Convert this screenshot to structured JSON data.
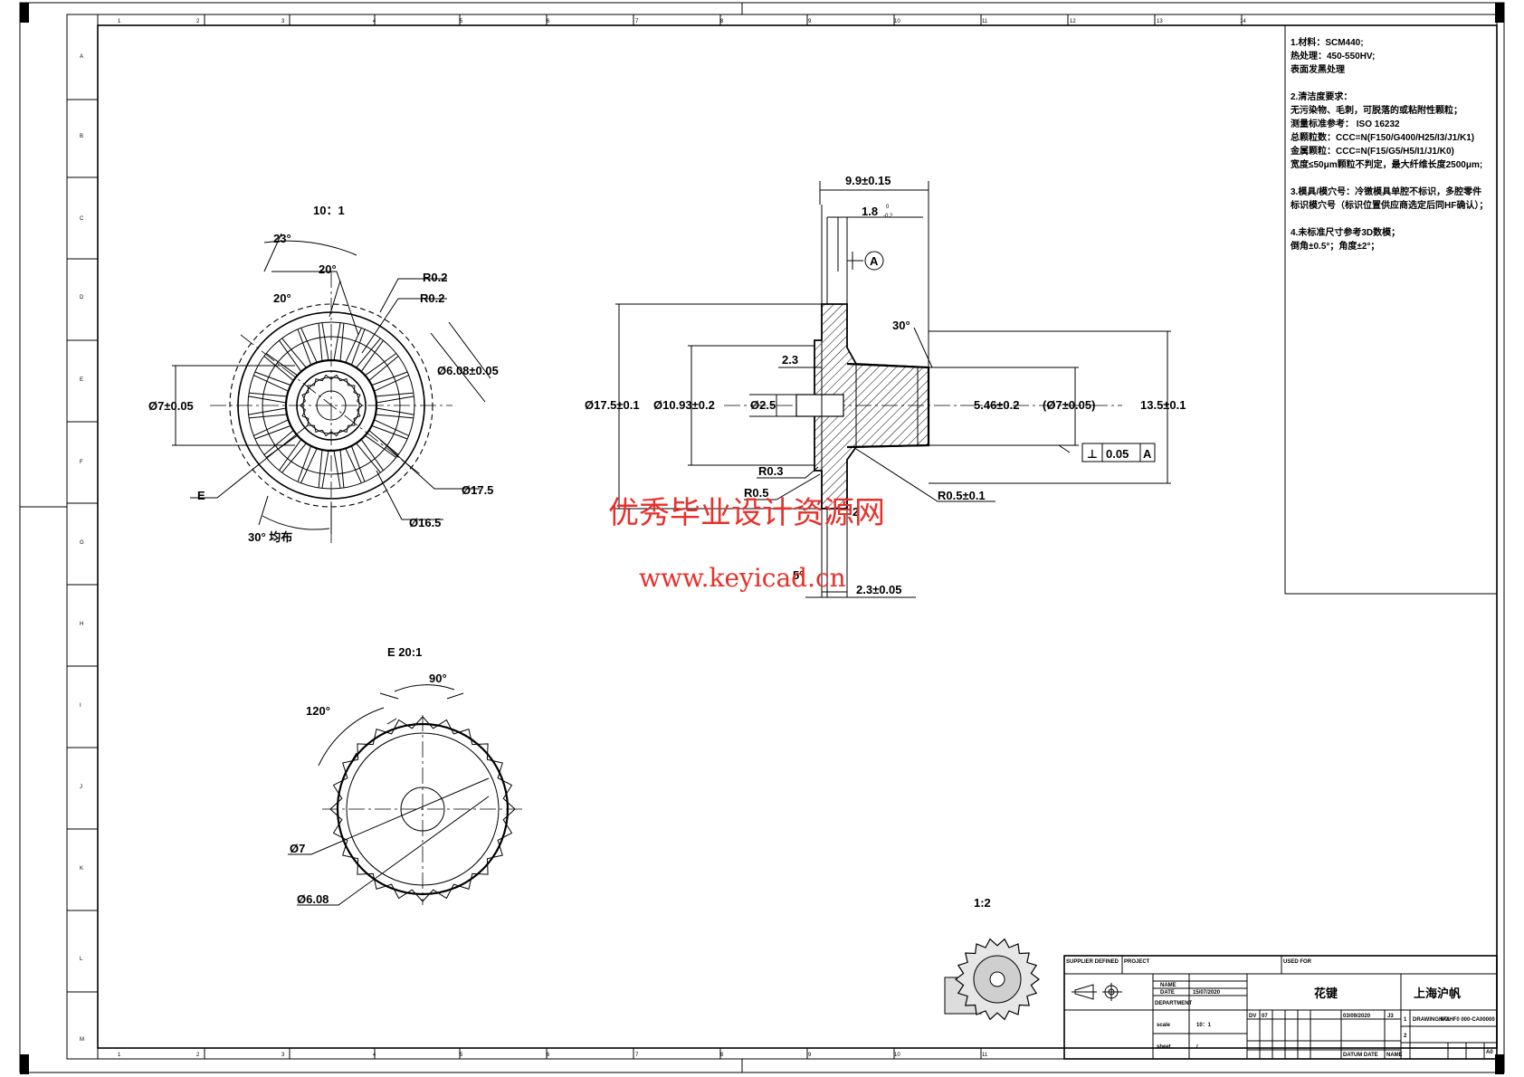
{
  "zone_columns": [
    "1",
    "2",
    "3",
    "4",
    "5",
    "6",
    "7",
    "8",
    "9",
    "10",
    "11",
    "12",
    "13",
    "14"
  ],
  "bottom_columns": [
    "1",
    "2",
    "3",
    "4",
    "5",
    "6",
    "7",
    "8",
    "9",
    "10",
    "11"
  ],
  "zone_rows": [
    "A",
    "B",
    "C",
    "D",
    "E",
    "F",
    "G",
    "H",
    "I",
    "J",
    "K",
    "L",
    "M"
  ],
  "views": {
    "main_scale": "10：1",
    "detail_title": "E 20:1",
    "iso_scale": "1:2"
  },
  "front_view": {
    "angle_23": "23°",
    "angle_20_top": "20°",
    "angle_20_left": "20°",
    "r02_a": "R0.2",
    "r02_b": "R0.2",
    "dia_608": "Ø6.08±0.05",
    "dia_7": "Ø7±0.05",
    "label_e": "E",
    "dia_175": "Ø17.5",
    "dia_165": "Ø16.5",
    "pattern": "30° 均布"
  },
  "section_view": {
    "w_99": "9.9±0.15",
    "w_18": "1.8",
    "w_18_upper": "0",
    "w_18_lower": "-0.2",
    "datum": "A",
    "angle_30": "30°",
    "d_23": "2.3",
    "dia_175": "Ø17.5±0.1",
    "dia_1093": "Ø10.93±0.2",
    "dia_25": "Ø2.5",
    "d_546": "5.46±0.2",
    "dia_7_ref": "(Ø7±0.05)",
    "d_135": "13.5±0.1",
    "perp_symbol": "⊥",
    "perp_tol": "0.05",
    "perp_datum": "A",
    "r03": "R0.3",
    "r05": "R0.5",
    "r05_tol": "R0.5±0.1",
    "angle_5": "5°",
    "d_2": "2",
    "d_23_bottom": "2.3±0.05"
  },
  "detail_view": {
    "angle_90": "90°",
    "angle_120": "120°",
    "dia_7": "Ø7",
    "dia_608": "Ø6.08"
  },
  "notes": [
    "1.材料：SCM440;",
    "  热处理：450-550HV;",
    "  表面发黑处理",
    "",
    "2.清洁度要求：",
    "无污染物、毛刺，可脱落的或粘附性颗粒；",
    "测量标准参考： ISO 16232",
    "总颗粒数：CCC=N(F150/G400/H25/I3/J1/K1)",
    "金属颗粒：CCC=N(F15/G5/H5/I1/J1/K0)",
    "宽度≤50μm颗粒不判定，最大纤维长度2500μm;",
    "",
    "3.模具/模穴号：冷镦模具单腔不标识，多腔零件",
    "标识模穴号（标识位置供应商选定后同HF确认）；",
    "",
    "4.未标准尺寸参考3D数模；",
    "  倒角±0.5°；角度±2°；"
  ],
  "watermark": {
    "line1": "优秀毕业设计资源网",
    "line2": "www.keyicad.cn"
  },
  "title_block": {
    "supplier": "SUPPLIER DEFINED",
    "project": "PROJECT",
    "used_for": "USED FOR",
    "name_label": "NAME",
    "date_label": "DATE",
    "date_value": "15/07/2020",
    "dept_label": "DEPARTMENT",
    "part_name": "花键",
    "company": "上海沪帆",
    "scale_label": "scale",
    "scale_value": "10：1",
    "sheet_label": "sheet",
    "sheet_value": "/",
    "dv": "DV",
    "dv_value": "07",
    "rev_date": "03/09/2020",
    "rev_code": "J3",
    "row1": "1",
    "row2": "2",
    "drawing_label": "DRAWING NO.",
    "drawing_value": "HF4HF0 000-CA00000",
    "datum_label": "DATUM DATE",
    "name2": "NAME",
    "size": "A0"
  }
}
